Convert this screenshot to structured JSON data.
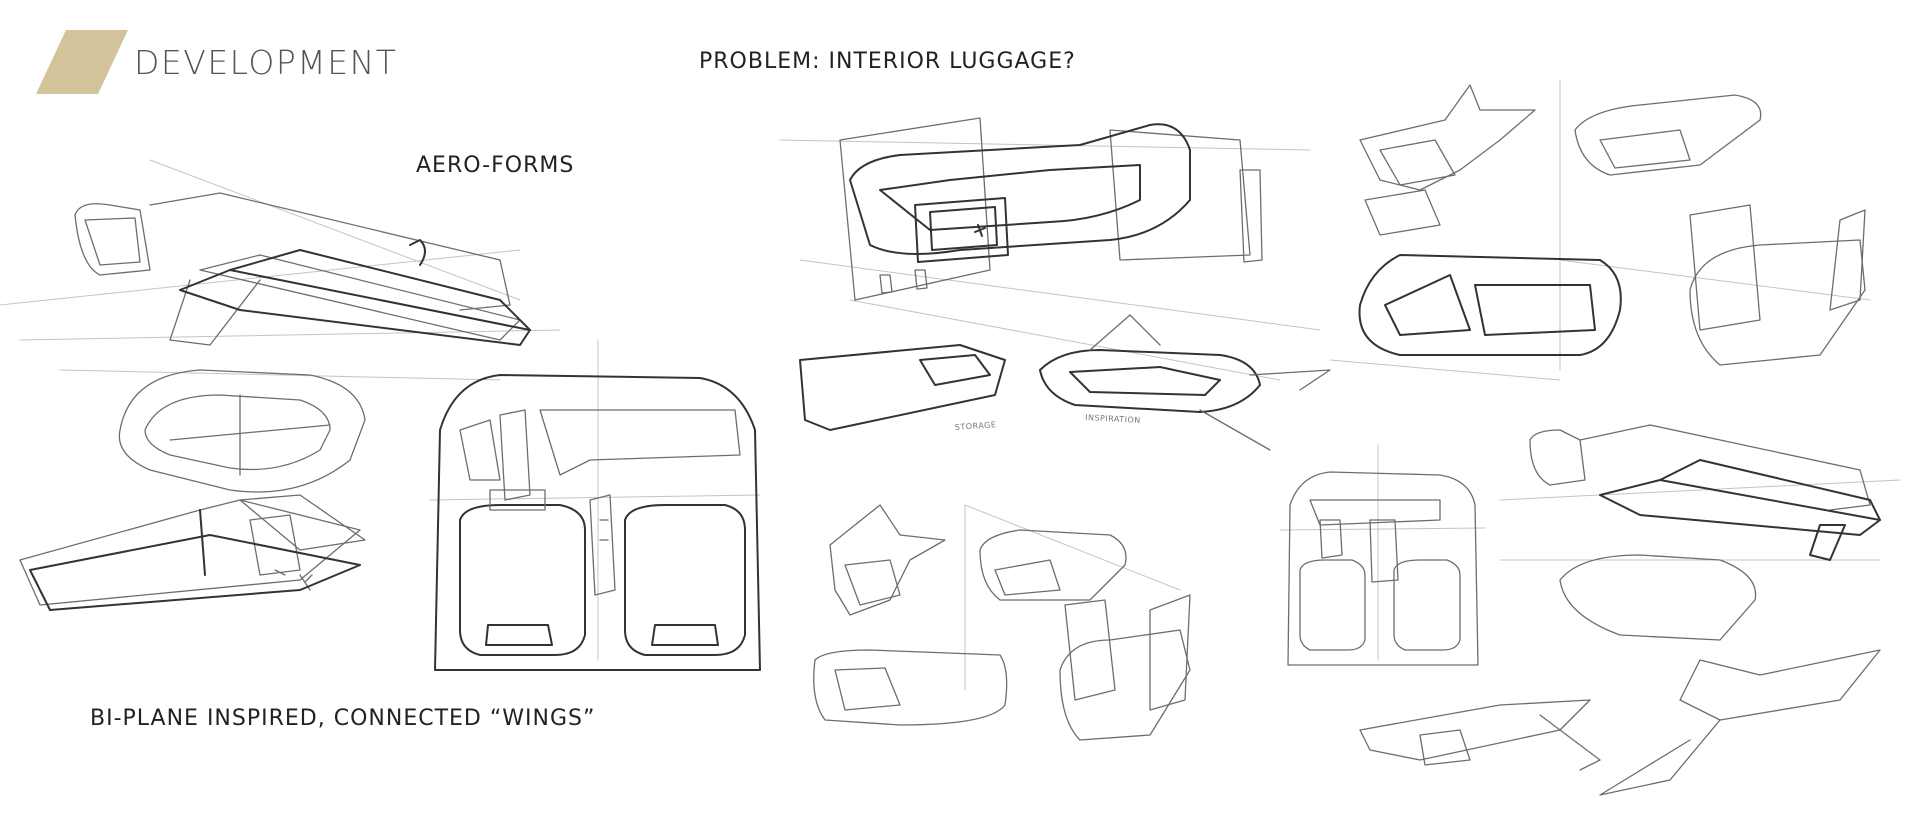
{
  "header": {
    "section_title": "DEVELOPMENT",
    "accent_color": "#d2c39a"
  },
  "captions": {
    "problem": "PROBLEM: INTERIOR LUGGAGE?",
    "aero_forms": "AERO-FORMS",
    "bi_plane": "BI-PLANE INSPIRED, CONNECTED “WINGS”"
  },
  "sketch_annotations": {
    "storage": "STORAGE",
    "inspiration": "INSPIRATION"
  },
  "icons": {
    "logo_mark": "parallelogram-accent-icon"
  }
}
